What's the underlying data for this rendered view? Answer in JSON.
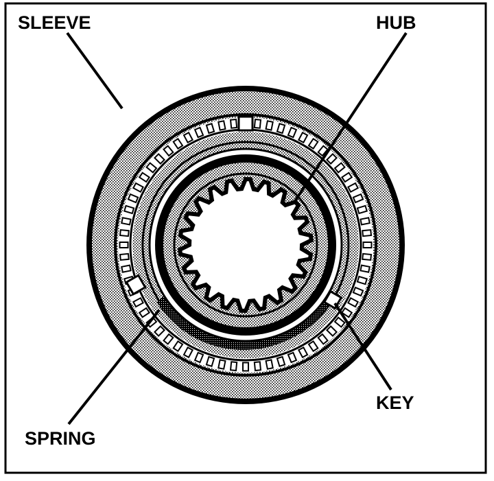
{
  "diagram": {
    "labels": {
      "sleeve": "SLEEVE",
      "hub": "HUB",
      "key": "KEY",
      "spring": "SPRING"
    },
    "colors": {
      "ink": "#000000",
      "paper": "#ffffff",
      "stipple": "#bdbdbd",
      "dark_stipple": "#555555"
    },
    "spline_teeth": 22,
    "sleeve_slots": 64
  }
}
